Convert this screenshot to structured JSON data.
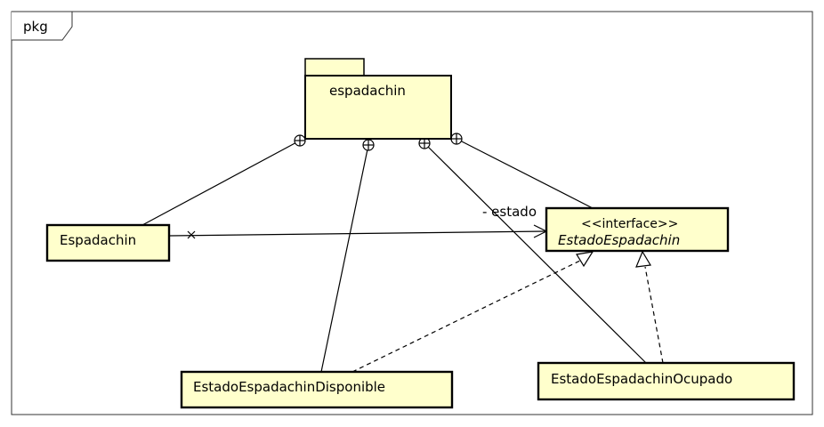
{
  "frame": {
    "label": "pkg"
  },
  "package": {
    "name": "espadachin"
  },
  "classes": {
    "espadachin": {
      "name": "Espadachin"
    },
    "estado_interface": {
      "stereotype": "<<interface>>",
      "name": "EstadoEspadachin"
    },
    "disponible": {
      "name": "EstadoEspadachinDisponible"
    },
    "ocupado": {
      "name": "EstadoEspadachinOcupado"
    }
  },
  "associations": {
    "estado": {
      "role_label": "- estado",
      "source_end": "non-navigable (x)",
      "target_end": "navigable (open arrow)"
    }
  },
  "relations": {
    "containment": [
      "Espadachin",
      "EstadoEspadachinDisponible",
      "EstadoEspadachinOcupado",
      "EstadoEspadachin"
    ],
    "realization": [
      "EstadoEspadachinDisponible → EstadoEspadachin",
      "EstadoEspadachinOcupado → EstadoEspadachin"
    ]
  },
  "colors": {
    "element_fill": "#ffffcc",
    "stroke": "#000000",
    "frame_stroke": "#333333",
    "background": "#ffffff"
  }
}
